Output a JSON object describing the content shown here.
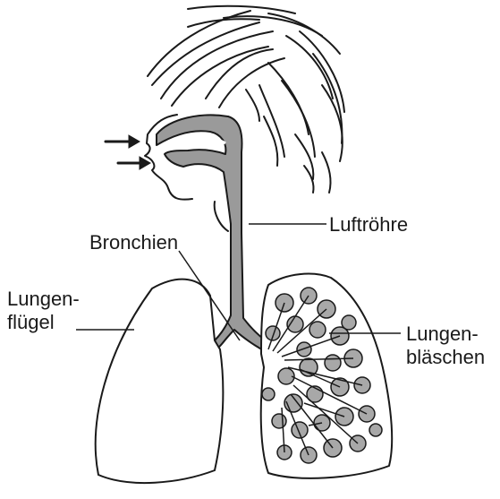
{
  "labels": {
    "luftroehre": "Luftröhre",
    "bronchien": "Bronchien",
    "lungenfluegel_line1": "Lungen-",
    "lungenfluegel_line2": "flügel",
    "lungenblaeschen_line1": "Lungen-",
    "lungenblaeschen_line2": "bläschen"
  },
  "colors": {
    "airway_fill": "#9a9a9a",
    "alveoli_fill": "#a8a8a8",
    "outline": "#1a1a1a",
    "background": "#ffffff"
  },
  "icons": {
    "air_arrows": "right-arrow"
  }
}
